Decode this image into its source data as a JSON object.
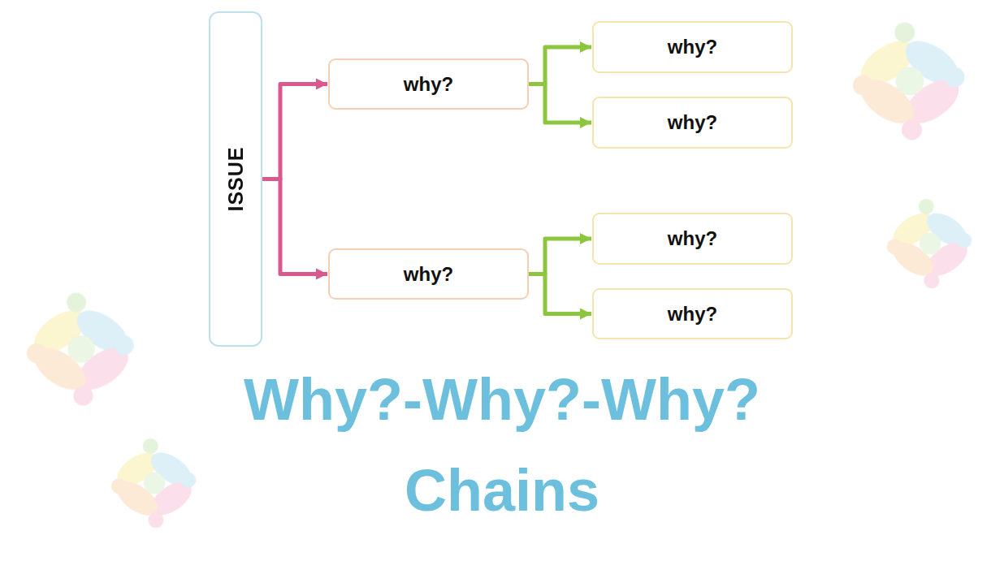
{
  "diagram": {
    "title": "Why?-Why?-Why? Chains",
    "nodes": [
      {
        "text": [
          "ISSUE"
        ]
      },
      {
        "text": [
          "why?"
        ]
      },
      {
        "text": [
          "why?"
        ]
      },
      {
        "text": [
          "why?"
        ]
      },
      {
        "text": [
          "why?"
        ]
      },
      {
        "text": [
          "why?"
        ]
      },
      {
        "text": [
          "why?"
        ]
      }
    ],
    "edges": [
      {
        "from": 0,
        "to": 1,
        "arrow": "to"
      },
      {
        "from": 0,
        "to": 2,
        "arrow": "to"
      },
      {
        "from": 1,
        "to": 3,
        "arrow": "to"
      },
      {
        "from": 1,
        "to": 4,
        "arrow": "to"
      },
      {
        "from": 2,
        "to": 5,
        "arrow": "to"
      },
      {
        "from": 2,
        "to": 6,
        "arrow": "to"
      }
    ]
  }
}
